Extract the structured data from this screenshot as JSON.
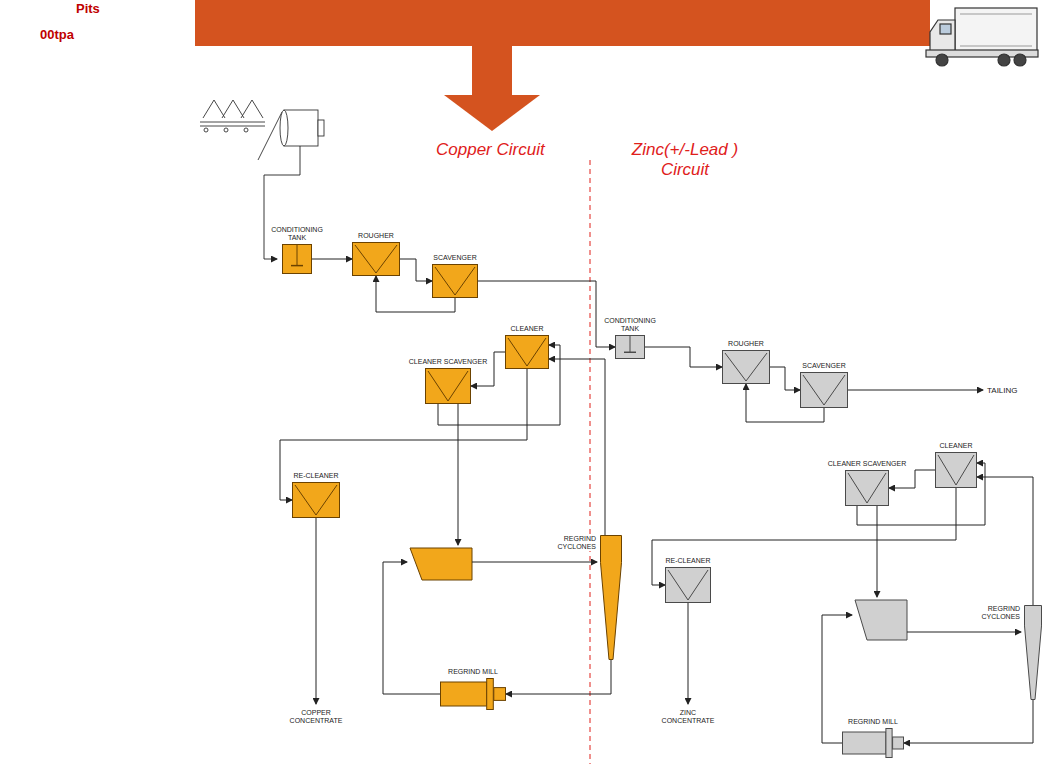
{
  "diagram": {
    "nodes": [
      {
        "text": [
          "CONDITIONING TANK"
        ]
      },
      {
        "text": [
          "ROUGHER"
        ]
      },
      {
        "text": [
          "SCAVENGER"
        ]
      },
      {
        "text": [
          "CLEANER"
        ]
      },
      {
        "text": [
          "CLEANER SCAVENGER"
        ]
      },
      {
        "text": [
          "RE-CLEANER"
        ]
      },
      {
        "text": [
          "REGRIND CYCLONES"
        ]
      },
      {
        "text": [
          "REGRIND MILL"
        ]
      },
      {
        "text": [
          "CONDITIONING TANK"
        ]
      },
      {
        "text": [
          "ROUGHER"
        ]
      },
      {
        "text": [
          "SCAVENGER"
        ]
      },
      {
        "text": [
          "CLEANER"
        ]
      },
      {
        "text": [
          "CLEANER SCAVENGER"
        ]
      },
      {
        "text": [
          "RE-CLEANER"
        ]
      },
      {
        "text": [
          "REGRIND CYCLONES"
        ]
      },
      {
        "text": [
          "REGRIND MILL"
        ]
      }
    ],
    "edges": [
      {
        "from": 0,
        "to": 1,
        "arrow": "to"
      },
      {
        "from": 1,
        "to": 2,
        "arrow": "to"
      },
      {
        "from": 2,
        "to": 8,
        "arrow": "to"
      },
      {
        "from": 2,
        "to": 1,
        "arrow": "to"
      },
      {
        "from": 3,
        "to": 5,
        "arrow": "to"
      },
      {
        "from": 3,
        "to": 4,
        "arrow": "to"
      },
      {
        "from": 4,
        "to": 3,
        "arrow": "to"
      },
      {
        "from": 6,
        "to": 7,
        "arrow": "to"
      },
      {
        "from": 6,
        "to": 3,
        "arrow": "to"
      },
      {
        "from": 8,
        "to": 9,
        "arrow": "to"
      },
      {
        "from": 9,
        "to": 10,
        "arrow": "to"
      },
      {
        "from": 10,
        "to": 9,
        "arrow": "to"
      },
      {
        "from": 11,
        "to": 13,
        "arrow": "to"
      },
      {
        "from": 11,
        "to": 12,
        "arrow": "to"
      },
      {
        "from": 12,
        "to": 11,
        "arrow": "to"
      },
      {
        "from": 14,
        "to": 15,
        "arrow": "to"
      },
      {
        "from": 14,
        "to": 11,
        "arrow": "to"
      }
    ],
    "labels": [
      "Pits",
      "00tpa",
      "Copper Circuit",
      "Zinc(+/-Lead ) Circuit",
      "COPPER CONCENTRATE",
      "TAILING",
      "ZINC CONCENTRATE"
    ]
  }
}
